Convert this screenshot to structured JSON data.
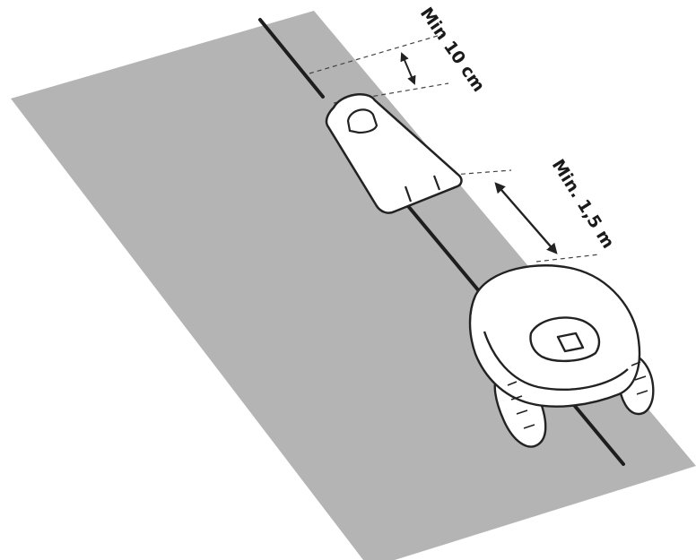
{
  "diagram": {
    "labels": {
      "min_gap_station": "Min 10 cm",
      "min_gap_mower": "Min. 1,5 m"
    },
    "colors": {
      "lawn": "#b4b4b4",
      "wire": "#1e1e1e",
      "outline": "#222222",
      "body_fill": "#ffffff",
      "dash": "#444444"
    },
    "icons": [
      "charging-plate",
      "robotic-mower",
      "double-arrow"
    ]
  }
}
